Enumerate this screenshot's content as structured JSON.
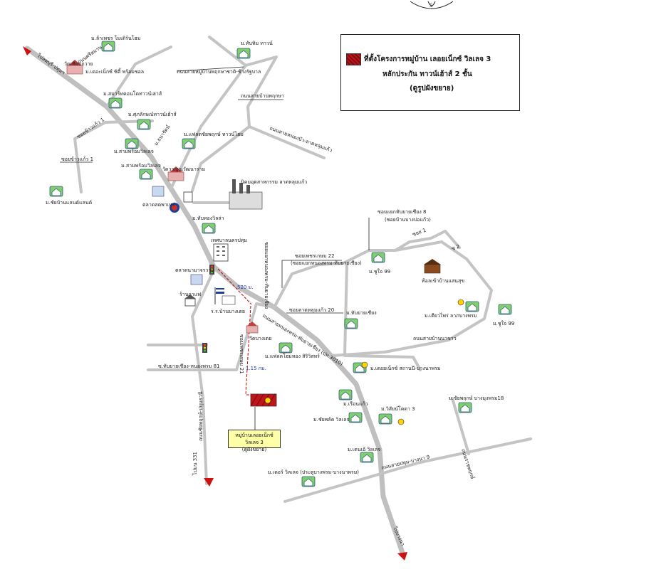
{
  "legend": {
    "line1": "ที่ตั้งโครงการหมู่บ้าน เลอยเน็กซ์ วิลเลจ 3",
    "line2": "หลักประกัน ทาวน์เฮ้าส์ 2 ชั้น",
    "line3": "(ดูรูปผังขยาย)",
    "swatch_color": "#c0141a"
  },
  "project_callout": {
    "line1": "หมู่บ้านเลอยเน็กซ์ วิลเลจ 3",
    "line2": "(ดูผังขยาย)"
  },
  "distances": {
    "d1": "520 ม.",
    "d2": "1.15 กม."
  },
  "directions": {
    "top_left": "ไปลพบุรี-ปทุมฯ",
    "bottom_left": "ไปมน 331",
    "bottom_right": "ไปบางนา",
    "road_left_vertical": "ถนนชัยพฤกษ์-ปทุมธานี"
  },
  "labels": {
    "l01": "ม.ล้าเพชร โมเดิร์นโฮม",
    "l02": "ม.ทับทิม ทาวน์",
    "l03": "วัดเทียนถวาย",
    "l04": "ม.เดอะเน็กซ์ ซิตี้ พร้อมชอล",
    "l05": "ถนนสายหมู่บ้านพฤกษาชาติ-ช้างรัฐบาล",
    "l06": "ม.สมาร์ทคอนโดทาวน์เฮาส์",
    "l07": "ถนนสายบ้านพฤกษา",
    "l08": "ม.ศุภลักษณ์ทาวน์เฮ้าส์",
    "l09": "ถนนศรีสมาน",
    "l10": "ถนนสายหนองบัว-ลาดหลุมแก้ว",
    "l11": "ม.แฟลตชัยพฤกษ์ ทาวน์โฮม",
    "l12": "ม.ธนารัตน์",
    "l13": "ม.สามพร้อมวิลเลจ",
    "l14": "วัดวาญณุวัฒนาราม",
    "l15": "ซอยข้าวแก้ว 1",
    "l16": "ม.ชัยบ้านแลนด์แลนด์",
    "l17": "นิคมอุตสาหกรรม ลาดหลุมแก้ว",
    "l18": "ตลาดสดพาเหร่",
    "l19": "ม.ทับทองวิลล่า",
    "l20": "เทศบาลนครปทุม",
    "l21": "ซอยแยกหนองพรม-ทับยายเชียง",
    "l22": "ซอยแยกทับยายเชียง 8",
    "l23": "(ซอยบ้านบางบ่อแก้ว)",
    "l24": "ซอย 1",
    "l25": "ซอยเพชรเกษม 22",
    "l26": "(ซอยแยกหนองพรม-ทับยายเชียง)",
    "l27": "ตลาดนามาจรวาย",
    "l28": "ม.ชูใจ 99",
    "l29": "ซ 2",
    "l30": "ท้อลเข้าบ้านแสนสุข",
    "l31": "ร้านกาแฟ",
    "l32": "ร.ร.บ้านบางเตย",
    "l33": "ซอยลาดหลุมแก้ว 20",
    "l34": "ม.เตียวไพร่ ลาภบางพรม",
    "l35": "ม.ทับยายเชียง",
    "l36": "ม.ชูใจ 99",
    "l37": "ถนนสายหนองพรม-ทับยายเชียง (ปท.3010)",
    "l38": "วัดบางเตย",
    "l39": "ถนนสายบ้านนาขาว",
    "l40": "ซ.ทับยายเชียง-หนองพรม 81",
    "l41": "ซอยเพชรเกษม 21",
    "l42": "ม.แฟลตโฮมทอง สิริวิสทร์",
    "l43": "ม.เดอยเน็กซ์ สถานนี-บางนาพรม",
    "l44": "ม.ชัยพฤกษ์ บางมุงพรม18",
    "l45": "ม.เรือนแก้ว",
    "l46": "ม.ชัยพลัค วิลเลจ",
    "l47": "ม.วิสัยน์โคดา 3",
    "l48": "ถนนราชพฤกษ์",
    "l49": "ม.เดนเอ้ วิลเลจ",
    "l50": "ถนนสายปทุม-บางนา 9",
    "l51": "ม.เดอร์ วิลเลจ (ประตูบางพรม-บางนาพรม)"
  }
}
